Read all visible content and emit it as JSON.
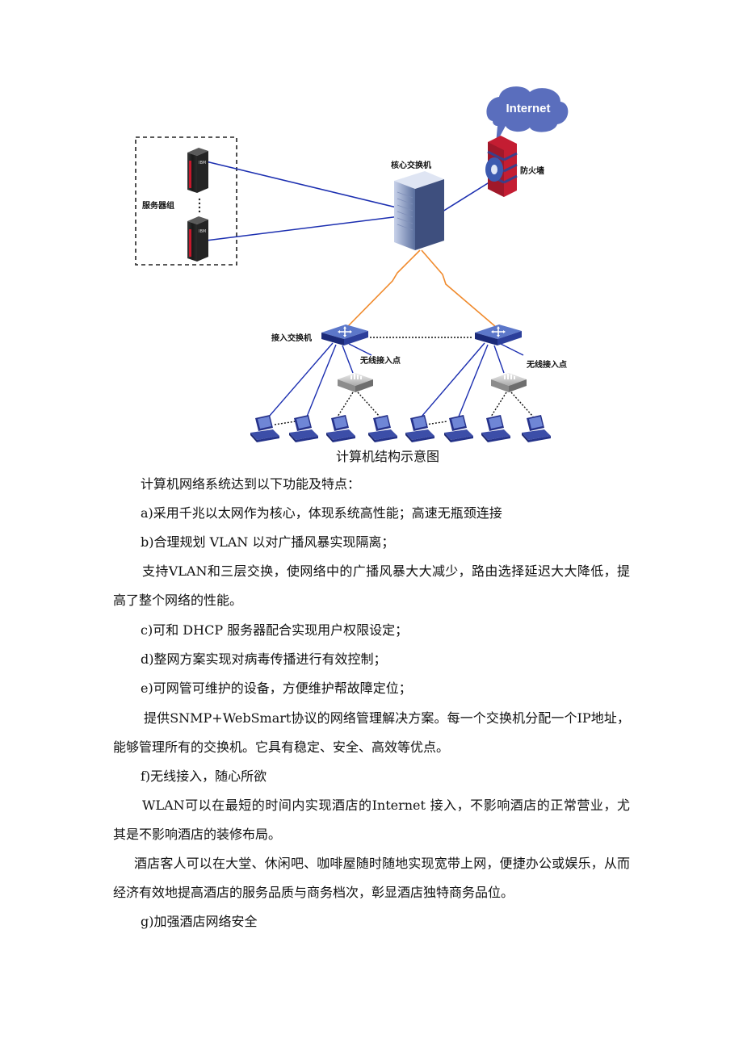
{
  "diagram": {
    "internet_label": "Internet",
    "firewall_label": "防火墙",
    "core_switch_label": "核心交换机",
    "server_group_label": "服务器组",
    "access_switch_label": "接入交换机",
    "wireless_ap_label_left": "无线接入点",
    "wireless_ap_label_right": "无线接入点",
    "colors": {
      "trunk_line": "#1c2fb0",
      "uplink_line": "#f08a2c",
      "device": "#1a3a8e"
    }
  },
  "caption": "计算机结构示意图",
  "paragraphs": {
    "intro": "计算机网络系统达到以下功能及特点：",
    "a": "a)采用千兆以太网作为核心，体现系统高性能；高速无瓶颈连接",
    "b": "b)合理规划 VLAN 以对广播风暴实现隔离；",
    "b_detail": "支持VLAN和三层交换，使网络中的广播风暴大大减少，路由选择延迟大大降低，提高了整个网络的性能。",
    "c": "c)可和 DHCP 服务器配合实现用户权限设定；",
    "d": "d)整网方案实现对病毒传播进行有效控制；",
    "e": "e)可网管可维护的设备，方便维护帮故障定位；",
    "e_detail": "提供SNMP+WebSmart协议的网络管理解决方案。每一个交换机分配一个IP地址，能够管理所有的交换机。它具有稳定、安全、高效等优点。",
    "f": "f)无线接入，随心所欲",
    "f_detail1": "WLAN可以在最短的时间内实现酒店的Internet 接入，不影响酒店的正常营业，尤其是不影响酒店的装修布局。",
    "f_detail2": "酒店客人可以在大堂、休闲吧、咖啡屋随时随地实现宽带上网，便捷办公或娱乐，从而经济有效地提高酒店的服务品质与商务档次，彰显酒店独特商务品位。",
    "g": "g)加强酒店网络安全"
  }
}
